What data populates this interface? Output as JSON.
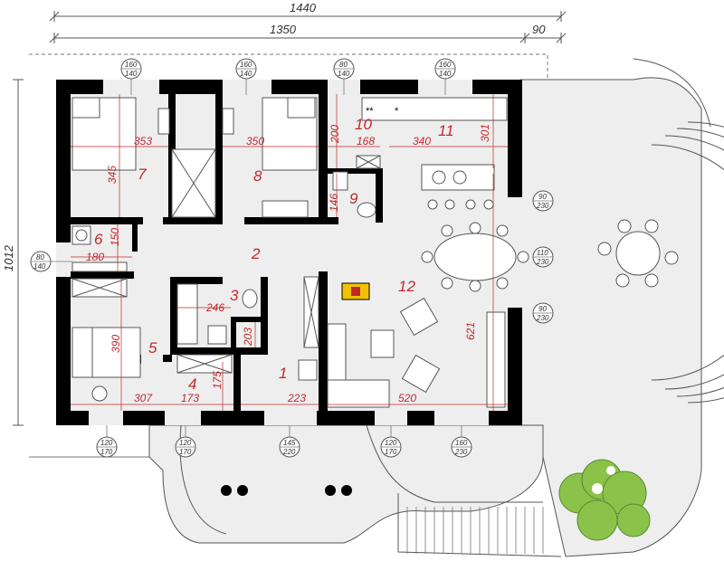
{
  "dimensions": {
    "total_width": "1440",
    "body_width": "1350",
    "bay_width": "90",
    "total_depth": "1012"
  },
  "rooms": [
    {
      "number": "7",
      "width": "353",
      "depth": "345"
    },
    {
      "number": "8",
      "width": "350"
    },
    {
      "number": "10",
      "depth": "200",
      "width": "168"
    },
    {
      "number": "11",
      "width": "340",
      "depth": "301"
    },
    {
      "number": "9",
      "depth": "146"
    },
    {
      "number": "6",
      "depth": "150",
      "width": "180"
    },
    {
      "number": "2"
    },
    {
      "number": "3",
      "width": "246",
      "depth": "203"
    },
    {
      "number": "12",
      "depth": "621",
      "width": "520"
    },
    {
      "number": "5",
      "depth": "390",
      "width": "307"
    },
    {
      "number": "4",
      "width": "173",
      "depth": "175"
    },
    {
      "number": "1",
      "width": "223"
    }
  ],
  "windows": {
    "top": [
      {
        "width": "160",
        "height": "140"
      },
      {
        "width": "160",
        "height": "140"
      },
      {
        "width": "80",
        "height": "140"
      },
      {
        "width": "160",
        "height": "140"
      }
    ],
    "left": {
      "width": "80",
      "height": "140"
    },
    "right": [
      {
        "width": "90",
        "height": "230"
      },
      {
        "width": "110",
        "height": "230"
      },
      {
        "width": "90",
        "height": "230"
      }
    ],
    "bottom": [
      {
        "width": "120",
        "height": "170"
      },
      {
        "width": "120",
        "height": "170"
      },
      {
        "width": "145",
        "height": "220"
      },
      {
        "width": "120",
        "height": "170"
      },
      {
        "width": "160",
        "height": "230"
      }
    ]
  },
  "stove_marks": [
    "**",
    "*"
  ],
  "colors": {
    "wall": "#000000",
    "floor": "#eeeeee",
    "label": "#c0282d",
    "tree": "#8bc34a",
    "tree_dark": "#558b2f"
  }
}
